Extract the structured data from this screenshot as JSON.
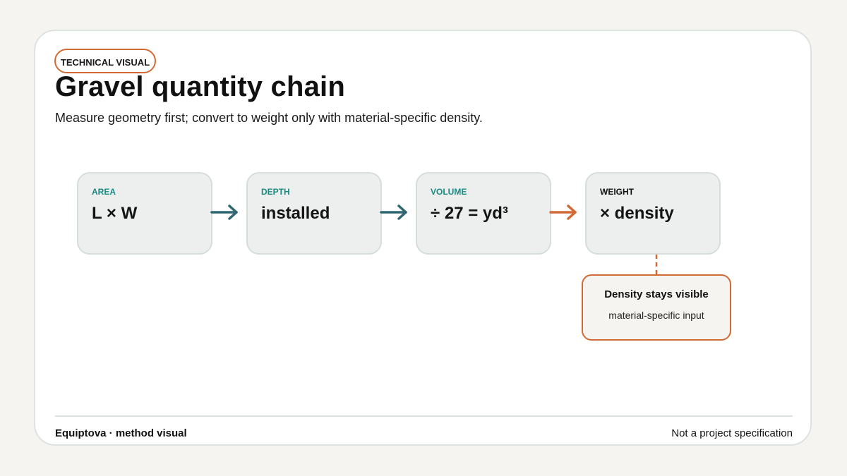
{
  "badge": "TECHNICAL VISUAL",
  "title": "Gravel quantity chain",
  "subtitle": "Measure geometry first; convert to weight only with material-specific density.",
  "steps": [
    {
      "label": "AREA",
      "value": "L × W",
      "label_color": "#1a8a82"
    },
    {
      "label": "DEPTH",
      "value": "installed",
      "label_color": "#1a8a82"
    },
    {
      "label": "VOLUME",
      "value": "÷ 27 = yd³",
      "label_color": "#1a8a82"
    },
    {
      "label": "WEIGHT",
      "value": "× density",
      "label_color": "#111111"
    }
  ],
  "note": {
    "heading": "Density stays visible",
    "body": "material-specific input"
  },
  "footer": {
    "left": "Equiptova · method visual",
    "right": "Not a project specification"
  },
  "colors": {
    "accent": "#d16a35",
    "teal_arrow": "#2f6670",
    "teal_label": "#1a8a82"
  }
}
